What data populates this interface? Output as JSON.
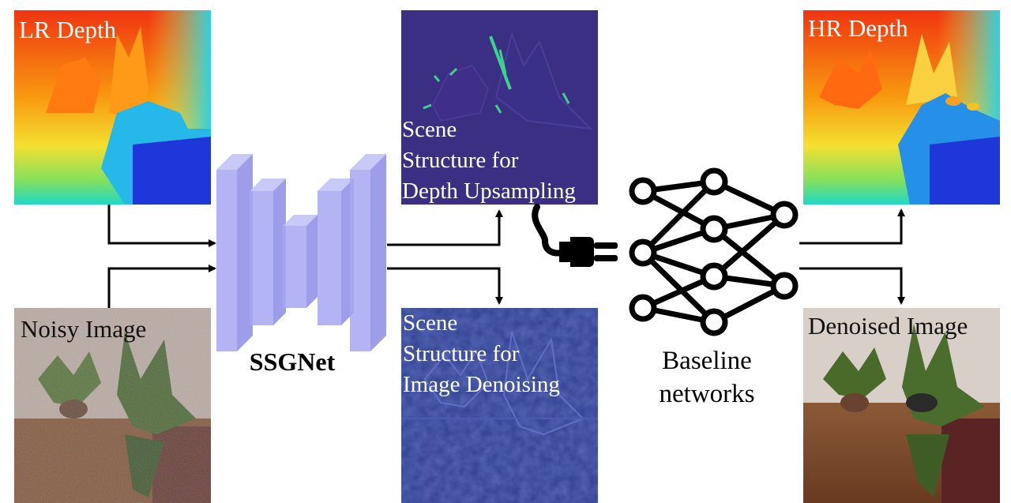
{
  "panels": {
    "lr_depth": {
      "label": "LR Depth"
    },
    "noisy_image": {
      "label": "Noisy Image"
    },
    "structure_upsampling": {
      "label": "Scene\nStructure for\nDepth Upsampling"
    },
    "structure_denoising": {
      "label": "Scene\nStructure for\nImage Denoising"
    },
    "hr_depth": {
      "label": "HR Depth"
    },
    "denoised_image": {
      "label": "Denoised Image"
    }
  },
  "network": {
    "label": "SSGNet"
  },
  "baseline": {
    "label": "Baseline\nnetworks"
  },
  "colors": {
    "depth_near": "#1f37d8",
    "depth_mid": "#26c7e8",
    "depth_far": "#f03410",
    "structure_bg": "#3b2f84",
    "structure_edge": "#3fd28a",
    "denoise_bg": "#2f3f8f",
    "block_fill": "#a7a7f2",
    "block_side": "#8c8ce6",
    "floor": "#7a4a2c",
    "wall": "#d8cfc8",
    "plant": "#4a6a2a"
  },
  "icons": {
    "plug": "plug-icon",
    "neural_net": "neural-network-icon"
  }
}
